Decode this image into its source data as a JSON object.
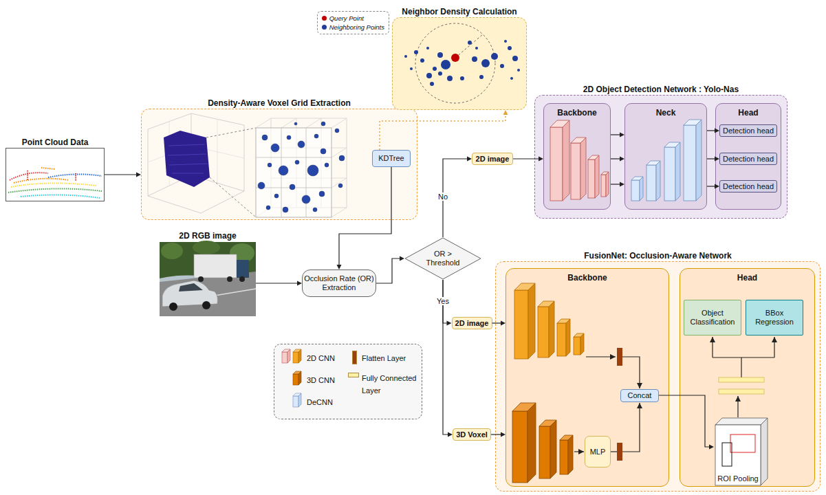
{
  "diagram": {
    "nodes": [
      {
        "text": [
          "Point Cloud Data"
        ]
      },
      {
        "text": [
          "Density-Aware Voxel Grid Extraction"
        ]
      },
      {
        "text": [
          "KDTree"
        ],
        "in": 1
      },
      {
        "text": [
          "Neighbor Density Calculation"
        ]
      },
      {
        "text": [
          "2D RGB image"
        ]
      },
      {
        "text": [
          "Occlusion Rate (OR) Extraction"
        ]
      },
      {
        "text": [
          "OR > Threshold"
        ]
      },
      {
        "text": [
          "2D image"
        ]
      },
      {
        "text": [
          "2D Object Detection Network : Yolo-Nas"
        ]
      },
      {
        "text": [
          "Backbone"
        ],
        "in": 8
      },
      {
        "text": [
          "Neck"
        ],
        "in": 8
      },
      {
        "text": [
          "Head"
        ],
        "in": 8
      },
      {
        "text": [
          "Detection head"
        ],
        "in": 11
      },
      {
        "text": [
          "Detection head"
        ],
        "in": 11
      },
      {
        "text": [
          "Detection head"
        ],
        "in": 11
      },
      {
        "text": [
          "2D image"
        ]
      },
      {
        "text": [
          "3D Voxel"
        ]
      },
      {
        "text": [
          "FusionNet: Occlusion-Aware Network"
        ]
      },
      {
        "text": [
          "Backbone"
        ],
        "in": 17
      },
      {
        "text": [
          "MLP"
        ],
        "in": 18
      },
      {
        "text": [
          "Concat"
        ],
        "in": 18
      },
      {
        "text": [
          "Head"
        ],
        "in": 17
      },
      {
        "text": [
          "Object Classification"
        ],
        "in": 21
      },
      {
        "text": [
          "BBox Regression"
        ],
        "in": 21
      },
      {
        "text": [
          "ROI Pooling"
        ],
        "in": 21
      }
    ],
    "edges": [
      {
        "from": 0,
        "to": 1,
        "arrow": "to"
      },
      {
        "from": 2,
        "to": 5,
        "arrow": "to"
      },
      {
        "from": 2,
        "to": 3,
        "arrow": "to"
      },
      {
        "from": 4,
        "to": 5,
        "arrow": "to"
      },
      {
        "from": 5,
        "to": 6,
        "arrow": "to"
      },
      {
        "from": 6,
        "to": 7,
        "label": "No",
        "arrow": "to"
      },
      {
        "from": 7,
        "to": 9,
        "arrow": "to"
      },
      {
        "from": 9,
        "to": 10,
        "arrow": "to"
      },
      {
        "from": 9,
        "to": 10,
        "arrow": "to"
      },
      {
        "from": 9,
        "to": 10,
        "arrow": "to"
      },
      {
        "from": 10,
        "to": 12,
        "arrow": "to"
      },
      {
        "from": 10,
        "to": 13,
        "arrow": "to"
      },
      {
        "from": 10,
        "to": 14,
        "arrow": "to"
      },
      {
        "from": 6,
        "to": 15,
        "label": "Yes",
        "arrow": "to"
      },
      {
        "from": 6,
        "to": 16,
        "arrow": "to"
      },
      {
        "from": 15,
        "to": 18,
        "arrow": "to"
      },
      {
        "from": 16,
        "to": 18,
        "arrow": "to"
      },
      {
        "from": 20,
        "to": 24,
        "arrow": "to"
      }
    ],
    "legend": [
      {
        "text": "Query Point",
        "color": "#c00000"
      },
      {
        "text": "Neighboring Points",
        "color": "#1f3d99"
      },
      {
        "text": "2D CNN"
      },
      {
        "text": "3D CNN"
      },
      {
        "text": "DeCNN"
      },
      {
        "text": "Flatten Layer",
        "color": "#9c3f0e"
      },
      {
        "text": "Fully Connected Layer",
        "color": "#fff2a8"
      }
    ]
  }
}
